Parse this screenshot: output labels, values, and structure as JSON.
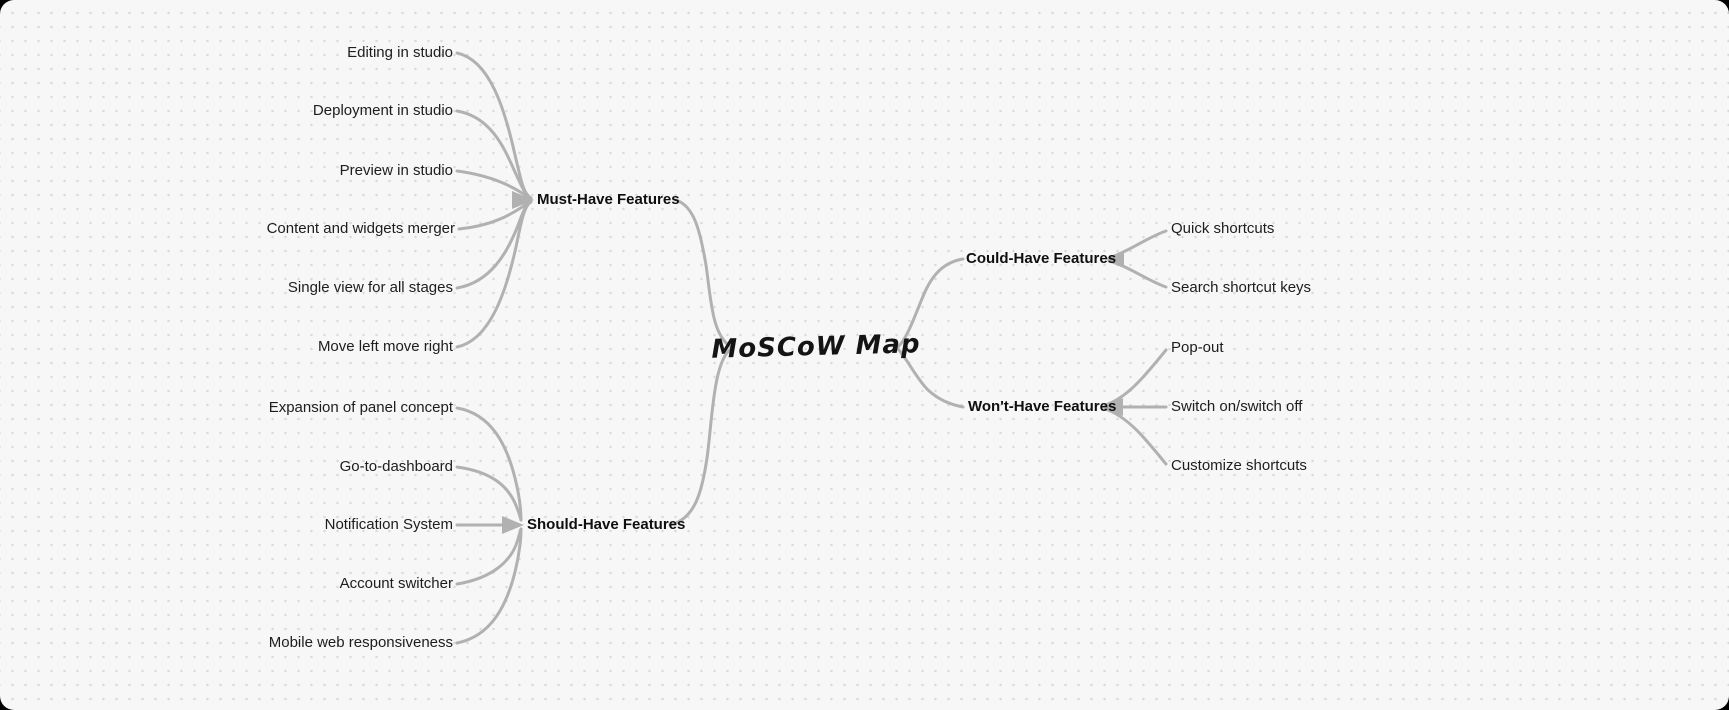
{
  "root": {
    "label": "MoSCoW Map"
  },
  "branches": {
    "must": {
      "label": "Must-Have Features",
      "children": [
        "Editing in studio",
        "Deployment in studio",
        "Preview in studio",
        "Content and widgets merger",
        "Single view for all stages",
        "Move left move right"
      ]
    },
    "should": {
      "label": "Should-Have Features",
      "children": [
        "Expansion of panel concept",
        "Go-to-dashboard",
        "Notification System",
        "Account switcher",
        "Mobile web responsiveness"
      ]
    },
    "could": {
      "label": "Could-Have Features",
      "children": [
        "Quick shortcuts",
        "Search shortcut keys"
      ]
    },
    "wont": {
      "label": "Won't-Have Features",
      "children": [
        "Pop-out",
        "Switch on/switch off",
        "Customize shortcuts"
      ]
    }
  },
  "colors": {
    "canvas_background": "#f7f7f8",
    "grid_dot": "#d9d9db",
    "connector": "#b1b1b1",
    "leaf_text": "#1d1d1f",
    "branch_text": "#0f0f10",
    "outer_background": "#000000"
  }
}
